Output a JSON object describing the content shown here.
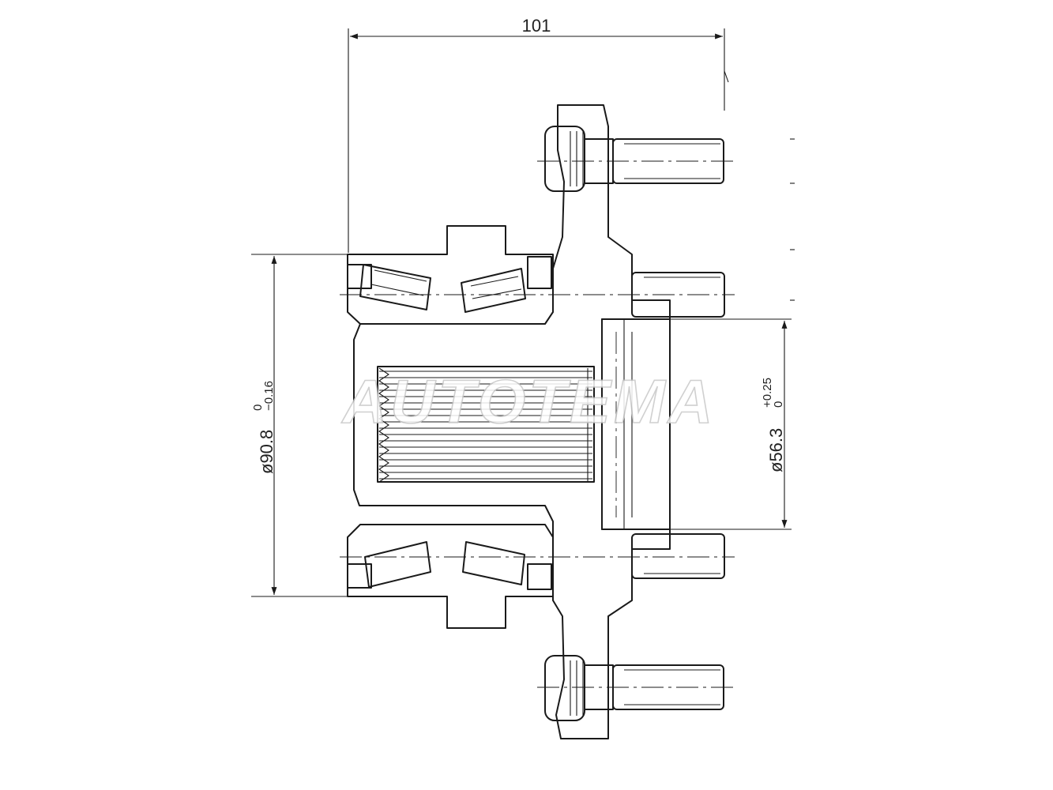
{
  "dimensions": {
    "overall_length": "101",
    "bore_diameter": {
      "nominal": "ø90.8",
      "upper": "0",
      "lower": "−0.16"
    },
    "pilot_diameter": {
      "nominal": "ø56.3",
      "upper": "+0.25",
      "lower": "0"
    }
  },
  "watermark": "AUTOTEMA"
}
